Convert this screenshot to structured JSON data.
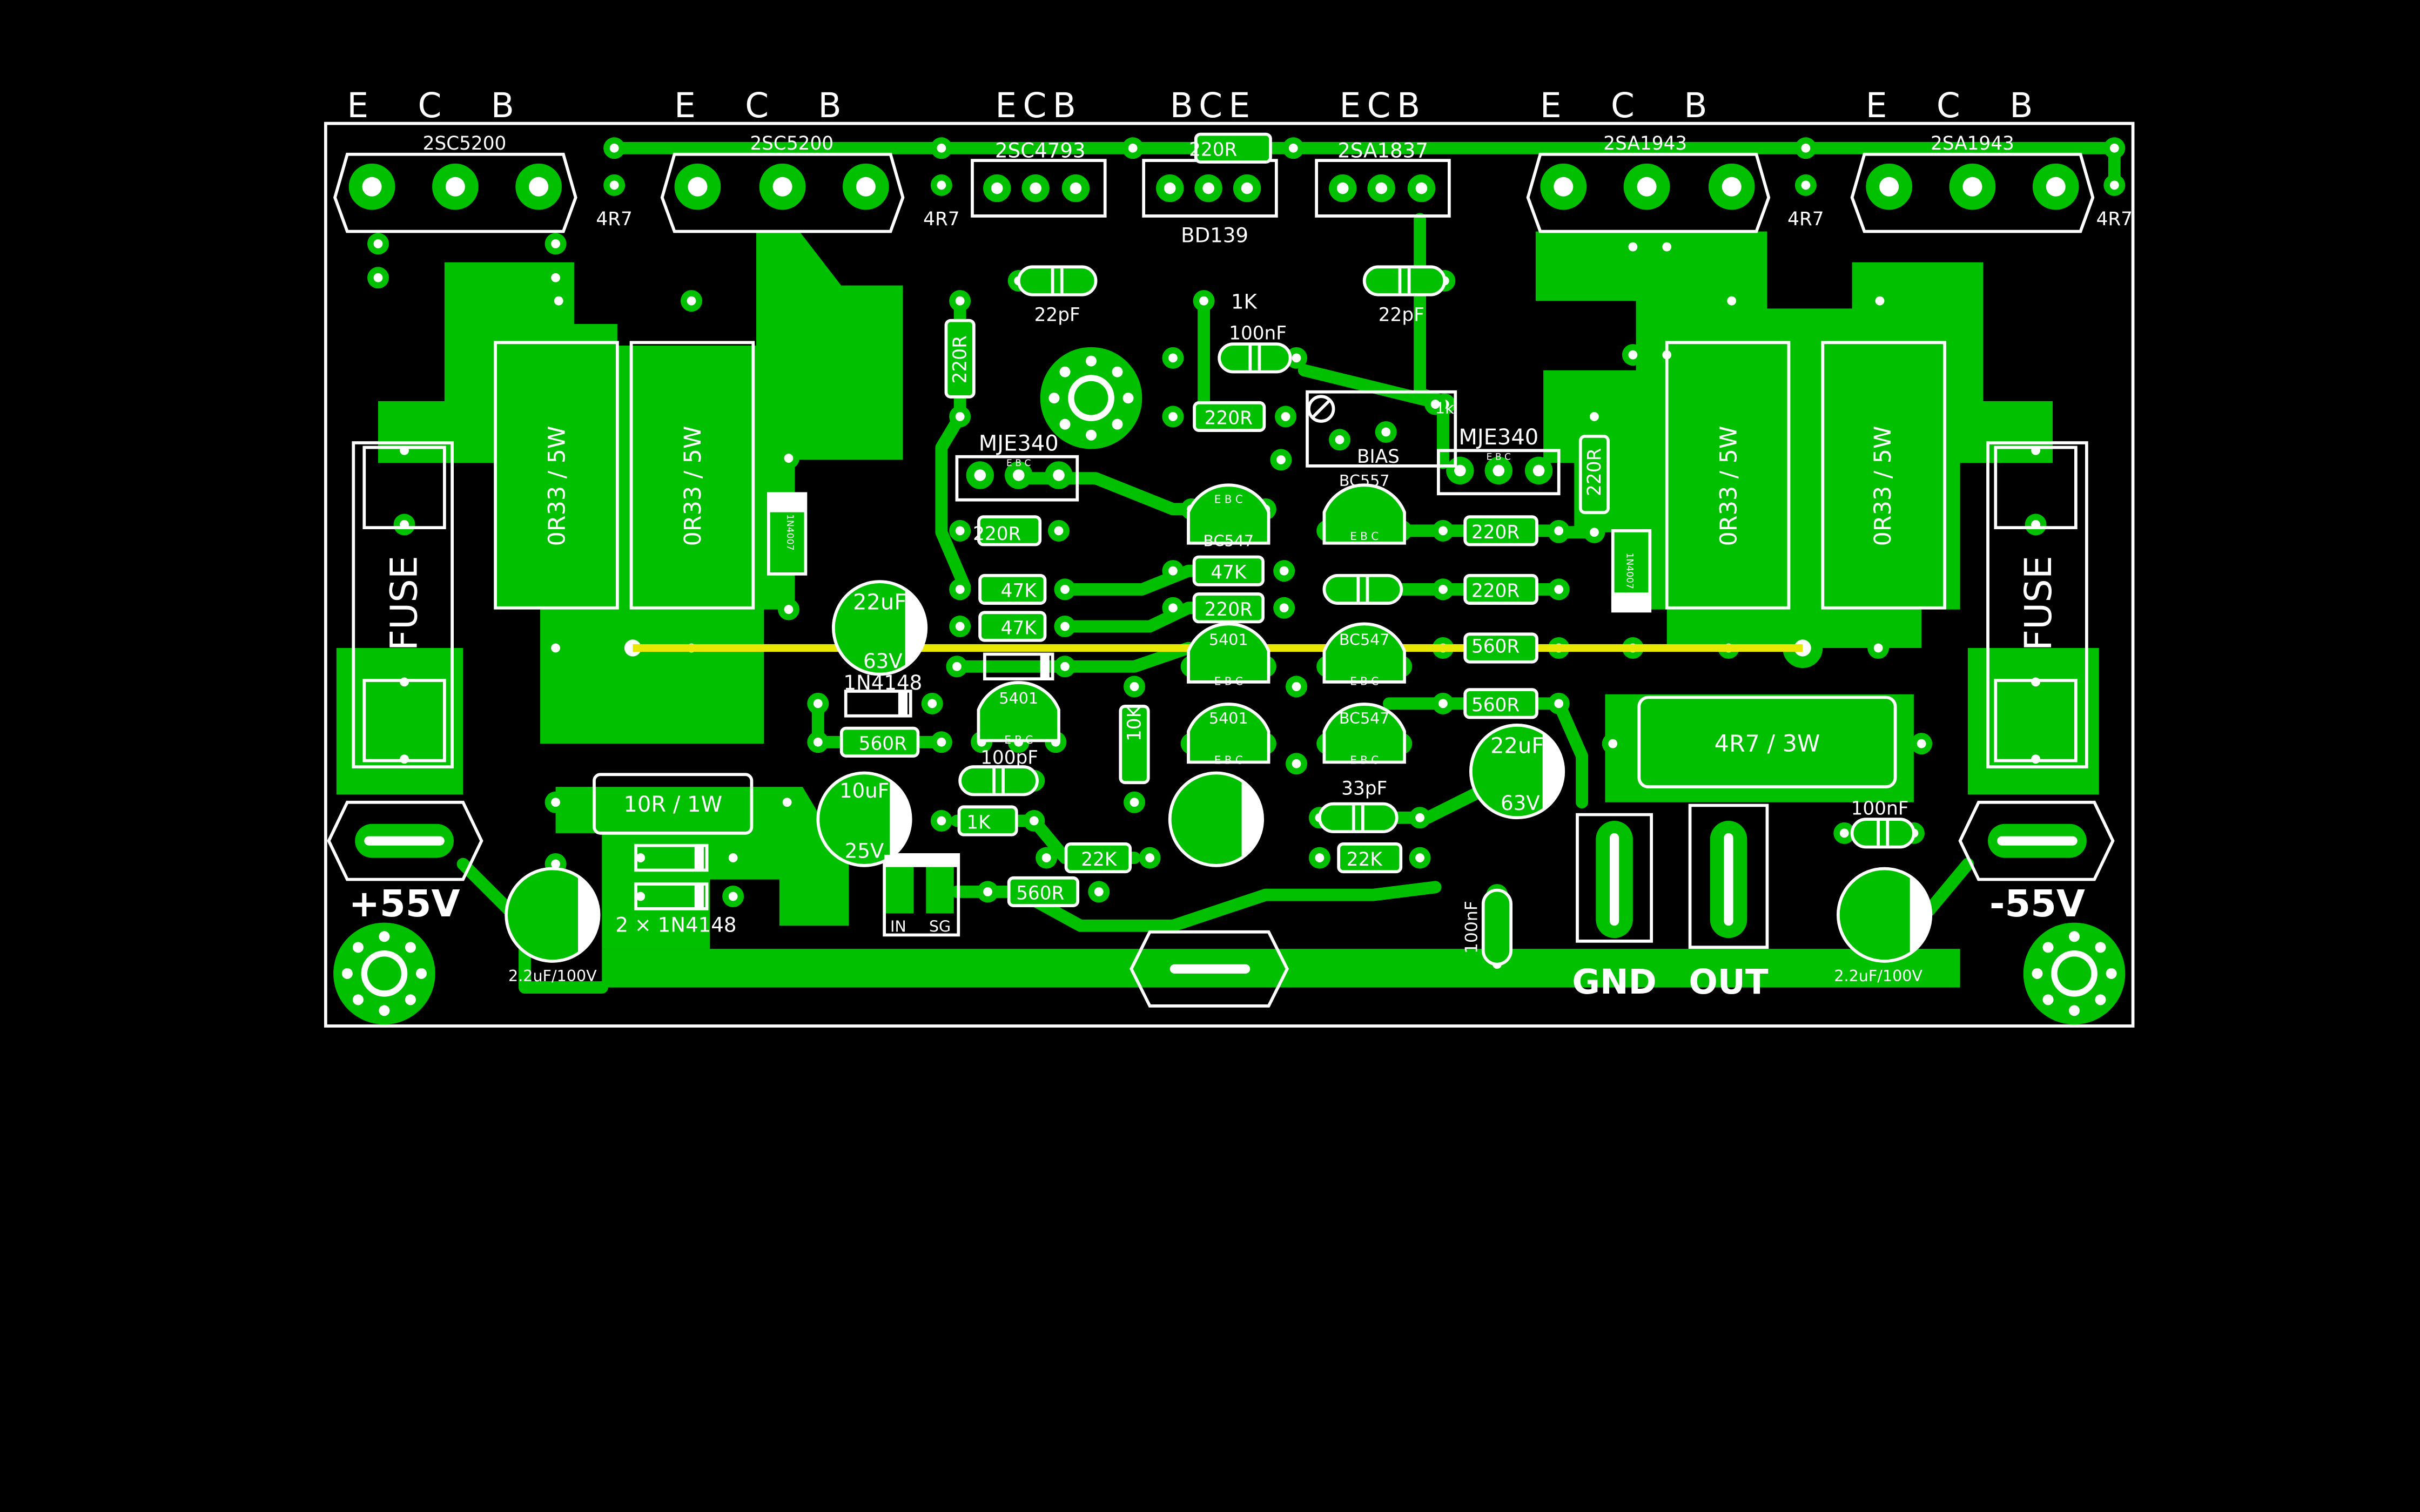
{
  "colors": {
    "background": "#000000",
    "copper": "#00c000",
    "silkscreen": "#ffffff",
    "jumper": "#e8e800"
  },
  "pin_headers": {
    "q1": [
      "E",
      "C",
      "B"
    ],
    "q2": [
      "E",
      "C",
      "B"
    ],
    "q3": [
      "E",
      "C",
      "B"
    ],
    "q4": [
      "B",
      "C",
      "E"
    ],
    "q5": [
      "E",
      "C",
      "B"
    ],
    "q6": [
      "E",
      "C",
      "B"
    ],
    "q7": [
      "E",
      "C",
      "B"
    ]
  },
  "transistors": {
    "out1": "2SC5200",
    "out2": "2SC5200",
    "drv_npn": "2SC4793",
    "bias": "BD139",
    "drv_pnp": "2SA1837",
    "out3": "2SA1943",
    "out4": "2SA1943",
    "vas_left": "MJE340",
    "vas_right": "MJE340",
    "q_bc547_a": "BC547",
    "q_bc547_b": "BC547",
    "q_bc547_c": "BC547",
    "q_bc557": "BC557",
    "q_5401_a": "5401",
    "q_5401_b": "5401",
    "q_5401_c": "5401"
  },
  "pin_letters": {
    "ebc": "E B C",
    "ebc_small": "E   B   C"
  },
  "resistors": {
    "base1": "4R7",
    "base2": "4R7",
    "base3": "4R7",
    "base4": "4R7",
    "r_top": "220R",
    "r_left_v": "220R",
    "r_1k": "1K",
    "r_mid_220_a": "220R",
    "r_vas_220": "220R",
    "r_right_v": "220R",
    "r_47k_a": "47K",
    "r_47k_b": "47K",
    "r_47k_c": "47K",
    "r_220_center": "220R",
    "r_220_r1": "220R",
    "r_220_r2": "220R",
    "r_560_r": "560R",
    "r_560_r2": "560R",
    "r_560_l": "560R",
    "r_560_b": "560R",
    "r_10k": "10K",
    "r_1k_b": "1K",
    "r_22k_a": "22K",
    "r_22k_b": "22K",
    "emit1": "0R33 / 5W",
    "emit2": "0R33 / 5W",
    "emit3": "0R33 / 5W",
    "emit4": "0R33 / 5W",
    "r_10r": "10R / 1W",
    "r_4r7": "4R7 / 3W",
    "trim_1k": "1k"
  },
  "capacitors": {
    "c22p_a": "22pF",
    "c22p_b": "22pF",
    "c100n_a": "100nF",
    "c100p": "100pF",
    "c33p": "33pF",
    "c100n_b": "100nF",
    "c100n_c": "100nF",
    "e22u_a": "22uF",
    "e22u_a_v": "63V",
    "e22u_b": "22uF",
    "e22u_b_v": "63V",
    "e10u": "10uF",
    "e10u_v": "25V",
    "e2u2_l": "2.2uF/100V",
    "e2u2_r": "2.2uF/100V"
  },
  "diodes": {
    "d_1n4007_l": "1N4007",
    "d_1n4007_r": "1N4007",
    "d_1n4148": "1N4148",
    "d_2x": "2 × 1N4148"
  },
  "labels": {
    "bias": "BIAS",
    "fuse_l": "FUSE",
    "fuse_r": "FUSE",
    "v_pos": "+55V",
    "v_neg": "-55V",
    "gnd": "GND",
    "out": "OUT",
    "in": "IN",
    "sg": "SG"
  }
}
